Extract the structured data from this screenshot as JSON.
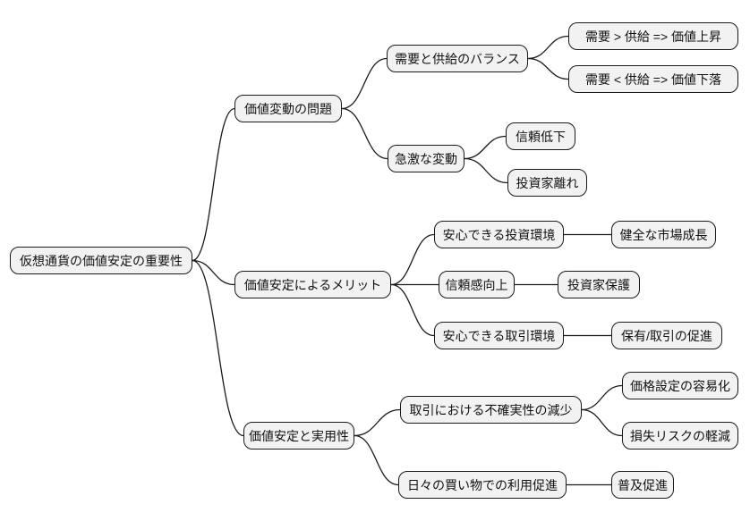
{
  "diagram": {
    "type": "mindmap",
    "root_label": "仮想通貨の価値安定の重要性",
    "nodes": [
      {
        "id": "root",
        "label": "仮想通貨の価値安定の重要性"
      },
      {
        "id": "b1",
        "label": "価値変動の問題"
      },
      {
        "id": "b1c1",
        "label": "需要と供給のバランス"
      },
      {
        "id": "b1c1a",
        "label": "需要 > 供給 => 価値上昇"
      },
      {
        "id": "b1c1b",
        "label": "需要 < 供給 => 価値下落"
      },
      {
        "id": "b1c2",
        "label": "急激な変動"
      },
      {
        "id": "b1c2a",
        "label": "信頼低下"
      },
      {
        "id": "b1c2b",
        "label": "投資家離れ"
      },
      {
        "id": "b2",
        "label": "価値安定によるメリット"
      },
      {
        "id": "b2c1",
        "label": "安心できる投資環境"
      },
      {
        "id": "b2c1a",
        "label": "健全な市場成長"
      },
      {
        "id": "b2c2",
        "label": "信頼感向上"
      },
      {
        "id": "b2c2a",
        "label": "投資家保護"
      },
      {
        "id": "b2c3",
        "label": "安心できる取引環境"
      },
      {
        "id": "b2c3a",
        "label": "保有/取引の促進"
      },
      {
        "id": "b3",
        "label": "価値安定と実用性"
      },
      {
        "id": "b3c1",
        "label": "取引における不確実性の減少"
      },
      {
        "id": "b3c1a",
        "label": "価格設定の容易化"
      },
      {
        "id": "b3c1b",
        "label": "損失リスクの軽減"
      },
      {
        "id": "b3c2",
        "label": "日々の買い物での利用促進"
      },
      {
        "id": "b3c2a",
        "label": "普及促進"
      }
    ],
    "edges": [
      [
        "root",
        "b1"
      ],
      [
        "root",
        "b2"
      ],
      [
        "root",
        "b3"
      ],
      [
        "b1",
        "b1c1"
      ],
      [
        "b1",
        "b1c2"
      ],
      [
        "b1c1",
        "b1c1a"
      ],
      [
        "b1c1",
        "b1c1b"
      ],
      [
        "b1c2",
        "b1c2a"
      ],
      [
        "b1c2",
        "b1c2b"
      ],
      [
        "b2",
        "b2c1"
      ],
      [
        "b2",
        "b2c2"
      ],
      [
        "b2",
        "b2c3"
      ],
      [
        "b2c1",
        "b2c1a"
      ],
      [
        "b2c2",
        "b2c2a"
      ],
      [
        "b2c3",
        "b2c3a"
      ],
      [
        "b3",
        "b3c1"
      ],
      [
        "b3",
        "b3c2"
      ],
      [
        "b3c1",
        "b3c1a"
      ],
      [
        "b3c1",
        "b3c1b"
      ],
      [
        "b3c2",
        "b3c2a"
      ]
    ],
    "colors": {
      "background": "#ffffff",
      "node_fill": "#f2f2f2",
      "node_border": "#1a1a1a",
      "edge": "#1a1a1a",
      "text": "#111111"
    }
  }
}
